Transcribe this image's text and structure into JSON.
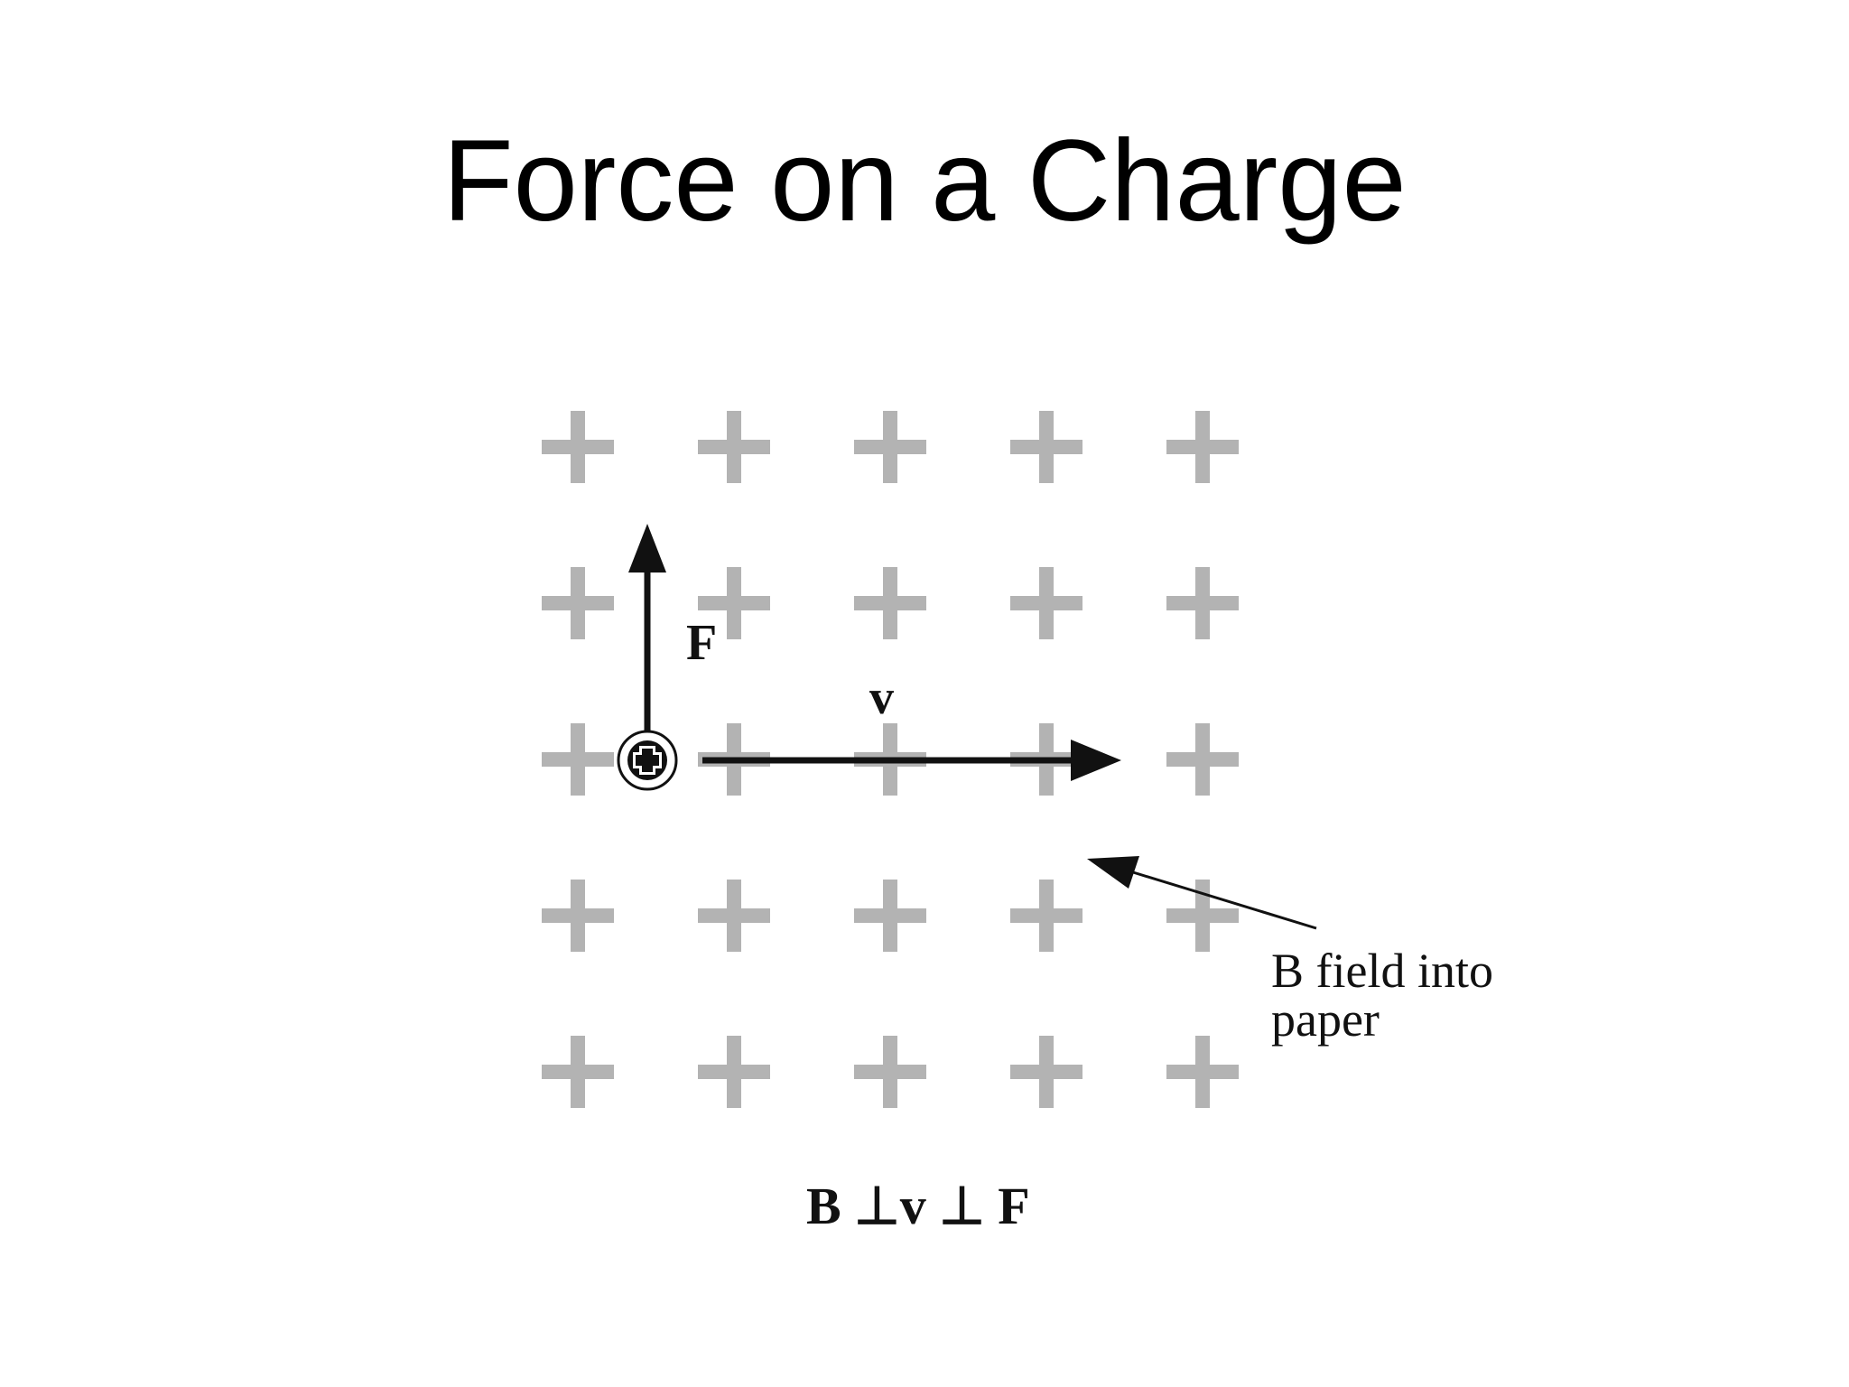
{
  "slide": {
    "title": "Force on a Charge"
  },
  "diagram": {
    "field_marker_color": "#b3b3b3",
    "ink_color": "#111111",
    "field_grid": {
      "rows": 5,
      "cols": 5
    },
    "charge_symbol": "positive",
    "labels": {
      "force": "F",
      "velocity": "v",
      "field_line1": "B field into",
      "field_line2": "paper",
      "relation": "B ⊥v ⊥ F"
    }
  }
}
